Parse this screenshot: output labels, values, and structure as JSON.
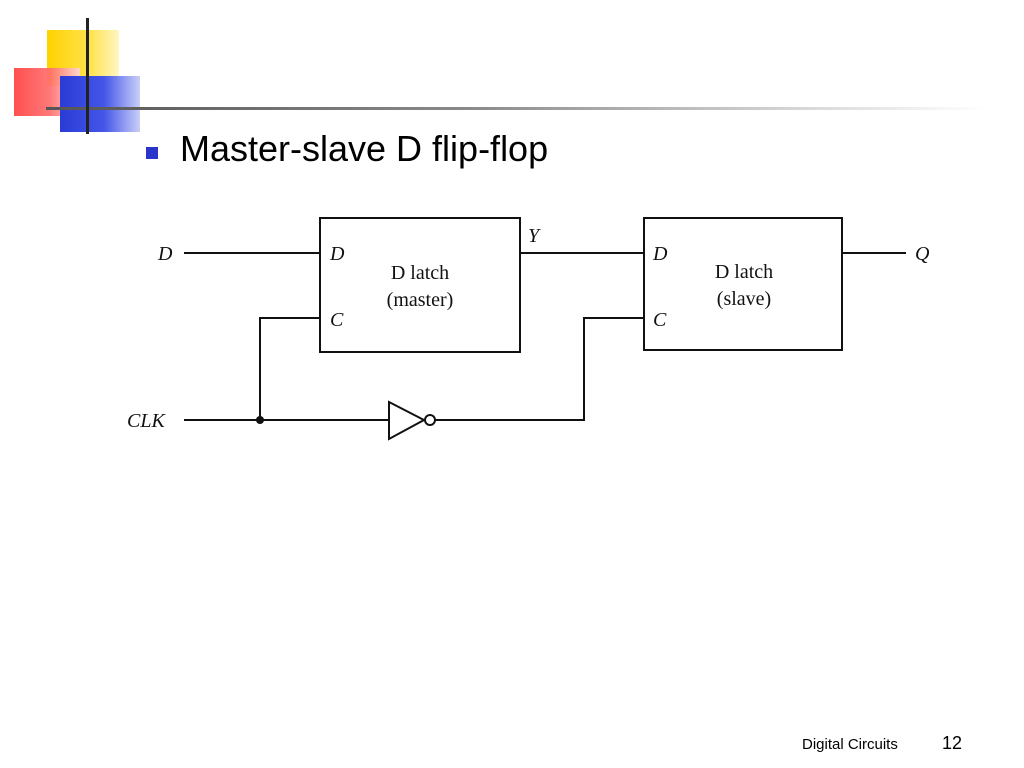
{
  "slide": {
    "bullet_text": "Master-slave D flip-flop",
    "footer_title": "Digital Circuits",
    "page_number": "12"
  },
  "colors": {
    "bullet": "#2b35c9",
    "deco_yellow": "#ffd200",
    "deco_red": "#ff4040",
    "deco_blue": "#2a3bd6"
  },
  "diagram": {
    "inputs": {
      "d": "D",
      "clk": "CLK"
    },
    "intermediate": "Y",
    "output": "Q",
    "master": {
      "line1": "D latch",
      "line2": "(master)",
      "pin_d": "D",
      "pin_c": "C"
    },
    "slave": {
      "line1": "D latch",
      "line2": "(slave)",
      "pin_d": "D",
      "pin_c": "C"
    }
  }
}
